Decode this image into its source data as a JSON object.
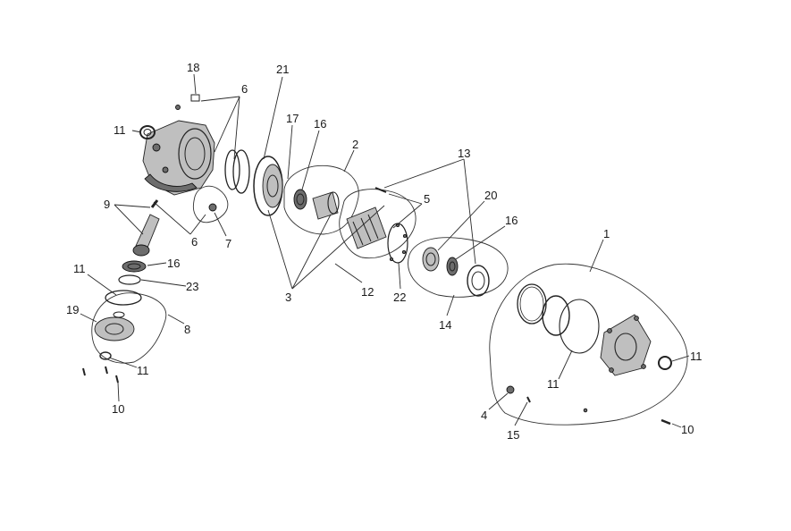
{
  "diagram": {
    "callouts": [
      {
        "id": "c18",
        "text": "18"
      },
      {
        "id": "c6a",
        "text": "6"
      },
      {
        "id": "c21",
        "text": "21"
      },
      {
        "id": "c17",
        "text": "17"
      },
      {
        "id": "c16a",
        "text": "16"
      },
      {
        "id": "c2",
        "text": "2"
      },
      {
        "id": "c13",
        "text": "13"
      },
      {
        "id": "c11a",
        "text": "11"
      },
      {
        "id": "c5",
        "text": "5"
      },
      {
        "id": "c20",
        "text": "20"
      },
      {
        "id": "c16b",
        "text": "16"
      },
      {
        "id": "c9",
        "text": "9"
      },
      {
        "id": "c6b",
        "text": "6"
      },
      {
        "id": "c7",
        "text": "7"
      },
      {
        "id": "c1",
        "text": "1"
      },
      {
        "id": "c16c",
        "text": "16"
      },
      {
        "id": "c11b",
        "text": "11"
      },
      {
        "id": "c23",
        "text": "23"
      },
      {
        "id": "c3",
        "text": "3"
      },
      {
        "id": "c12",
        "text": "12"
      },
      {
        "id": "c22",
        "text": "22"
      },
      {
        "id": "c14",
        "text": "14"
      },
      {
        "id": "c19",
        "text": "19"
      },
      {
        "id": "c8",
        "text": "8"
      },
      {
        "id": "c11c",
        "text": "11"
      },
      {
        "id": "c11d",
        "text": "11"
      },
      {
        "id": "c11e",
        "text": "11"
      },
      {
        "id": "c10a",
        "text": "10"
      },
      {
        "id": "c4",
        "text": "4"
      },
      {
        "id": "c15",
        "text": "15"
      },
      {
        "id": "c10b",
        "text": "10"
      }
    ]
  }
}
